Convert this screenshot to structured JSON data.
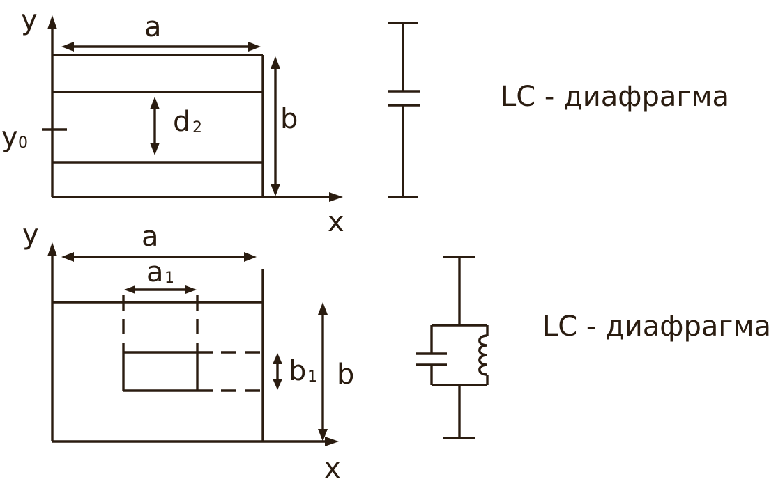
{
  "top": {
    "axis_y": "y",
    "axis_x": "x",
    "dim_a": "a",
    "dim_b": "b",
    "dim_d": "d",
    "dim_d_sub": "2",
    "y0": "y",
    "y0_sub": "0",
    "caption": "LC - диафрагма"
  },
  "bottom": {
    "axis_y": "y",
    "axis_x": "x",
    "dim_a": "a",
    "dim_a1": "a",
    "dim_a1_sub": "1",
    "dim_b": "b",
    "dim_b1": "b",
    "dim_b1_sub": "1",
    "caption": "LC - диафрагма"
  }
}
